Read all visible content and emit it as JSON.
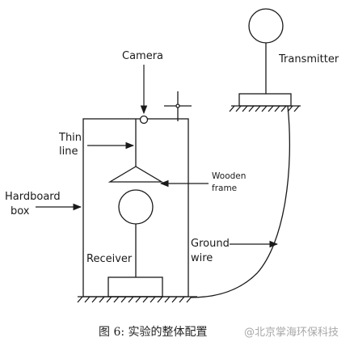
{
  "labels": {
    "camera": "Camera",
    "transmitter": "Transmitter",
    "thin_line_1": "Thin",
    "thin_line_2": "line",
    "wooden_frame_1": "Wooden",
    "wooden_frame_2": "frame",
    "hardboard_box_1": "Hardboard",
    "hardboard_box_2": "box",
    "ground_wire_1": "Ground",
    "ground_wire_2": "wire",
    "receiver": "Receiver"
  },
  "caption": {
    "text": "图 6: 实验的整体配置"
  },
  "watermark": {
    "text": "@北京掌海环保科技"
  },
  "colors": {
    "stroke": "#1a1a1a",
    "background": "#ffffff"
  }
}
